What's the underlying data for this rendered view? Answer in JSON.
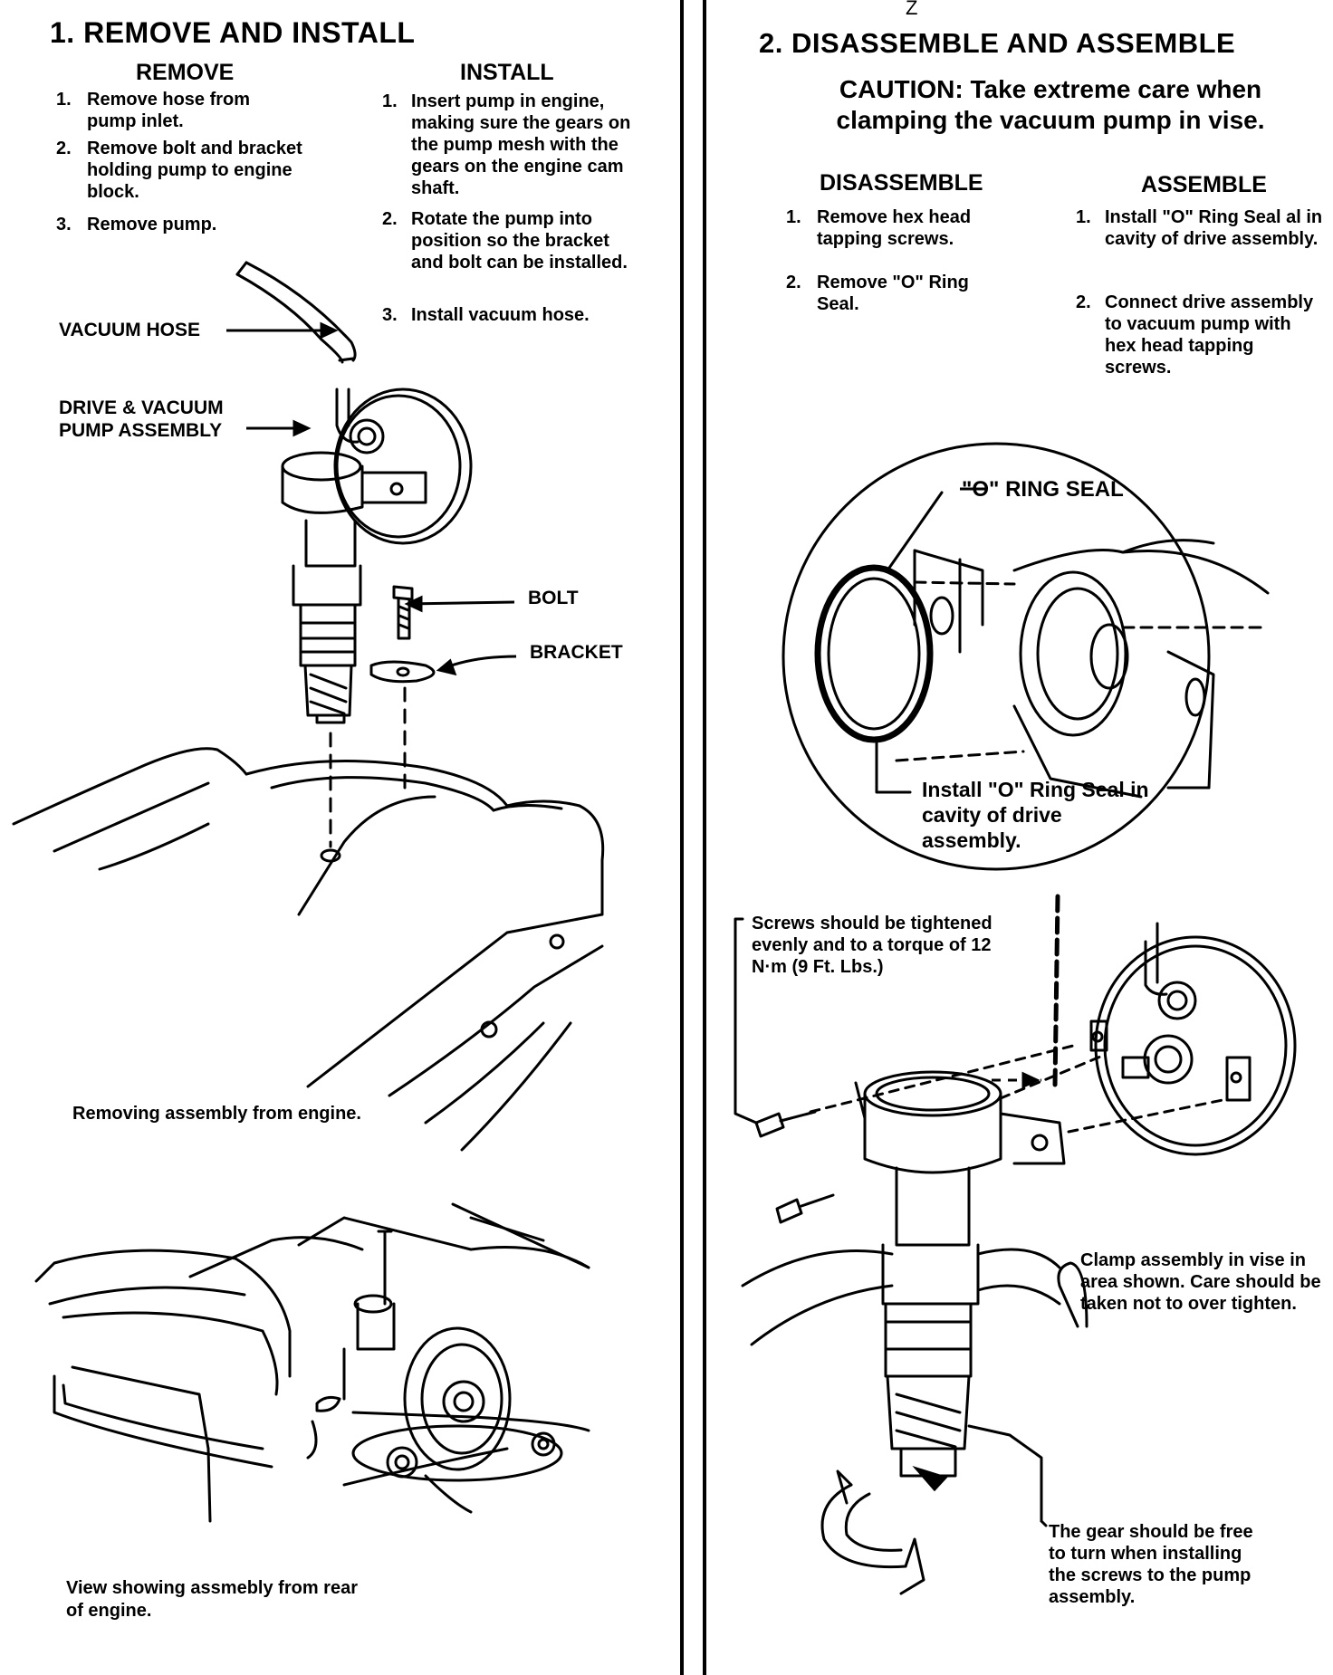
{
  "section1": {
    "title": "1.  REMOVE AND INSTALL",
    "remove": {
      "heading": "REMOVE",
      "steps": [
        {
          "num": "1.",
          "text": "Remove hose from pump inlet."
        },
        {
          "num": "2.",
          "text": "Remove bolt and bracket holding pump to engine block."
        },
        {
          "num": "3.",
          "text": "Remove pump."
        }
      ]
    },
    "install": {
      "heading": "INSTALL",
      "steps": [
        {
          "num": "1.",
          "text": "Insert pump in engine, making sure the gears on the pump mesh with the gears on the engine cam shaft."
        },
        {
          "num": "2.",
          "text": "Rotate the pump into position so the bracket and bolt can be installed."
        },
        {
          "num": "3.",
          "text": "Install vacuum hose."
        }
      ]
    },
    "labels": {
      "vacuum_hose": "VACUUM HOSE",
      "drive_pump": "DRIVE & VACUUM PUMP ASSEMBLY",
      "bolt": "BOLT",
      "bracket": "BRACKET"
    },
    "caption1": "Removing assembly from engine.",
    "caption2": "View showing assmebly from rear of engine."
  },
  "section2": {
    "top_mark": "Z",
    "title": "2.  DISASSEMBLE AND ASSEMBLE",
    "caution": "CAUTION:  Take extreme care when clamping the vacuum pump in vise.",
    "disassemble": {
      "heading": "DISASSEMBLE",
      "steps": [
        {
          "num": "1.",
          "text": "Remove hex head tapping screws."
        },
        {
          "num": "2.",
          "text": "Remove \"O\" Ring Seal."
        }
      ]
    },
    "assemble": {
      "heading": "ASSEMBLE",
      "steps": [
        {
          "num": "1.",
          "text": "Install \"O\" Ring Seal al in cavity of drive assembly."
        },
        {
          "num": "2.",
          "text": "Connect drive assembly to vacuum pump with hex head tapping screws."
        }
      ]
    },
    "labels": {
      "o_ring_seal": "\"O\"  RING SEAL",
      "install_oring": "Install \"O\" Ring Seal in cavity of drive assembly.",
      "screws_note": "Screws should be tightened evenly and to a torque of 12 N·m (9 Ft. Lbs.)",
      "clamp_note": "Clamp assembly in vise in area shown.  Care should be taken not to over tighten.",
      "gear_note": "The gear should be free to turn when installing the screws to the pump assembly."
    }
  }
}
